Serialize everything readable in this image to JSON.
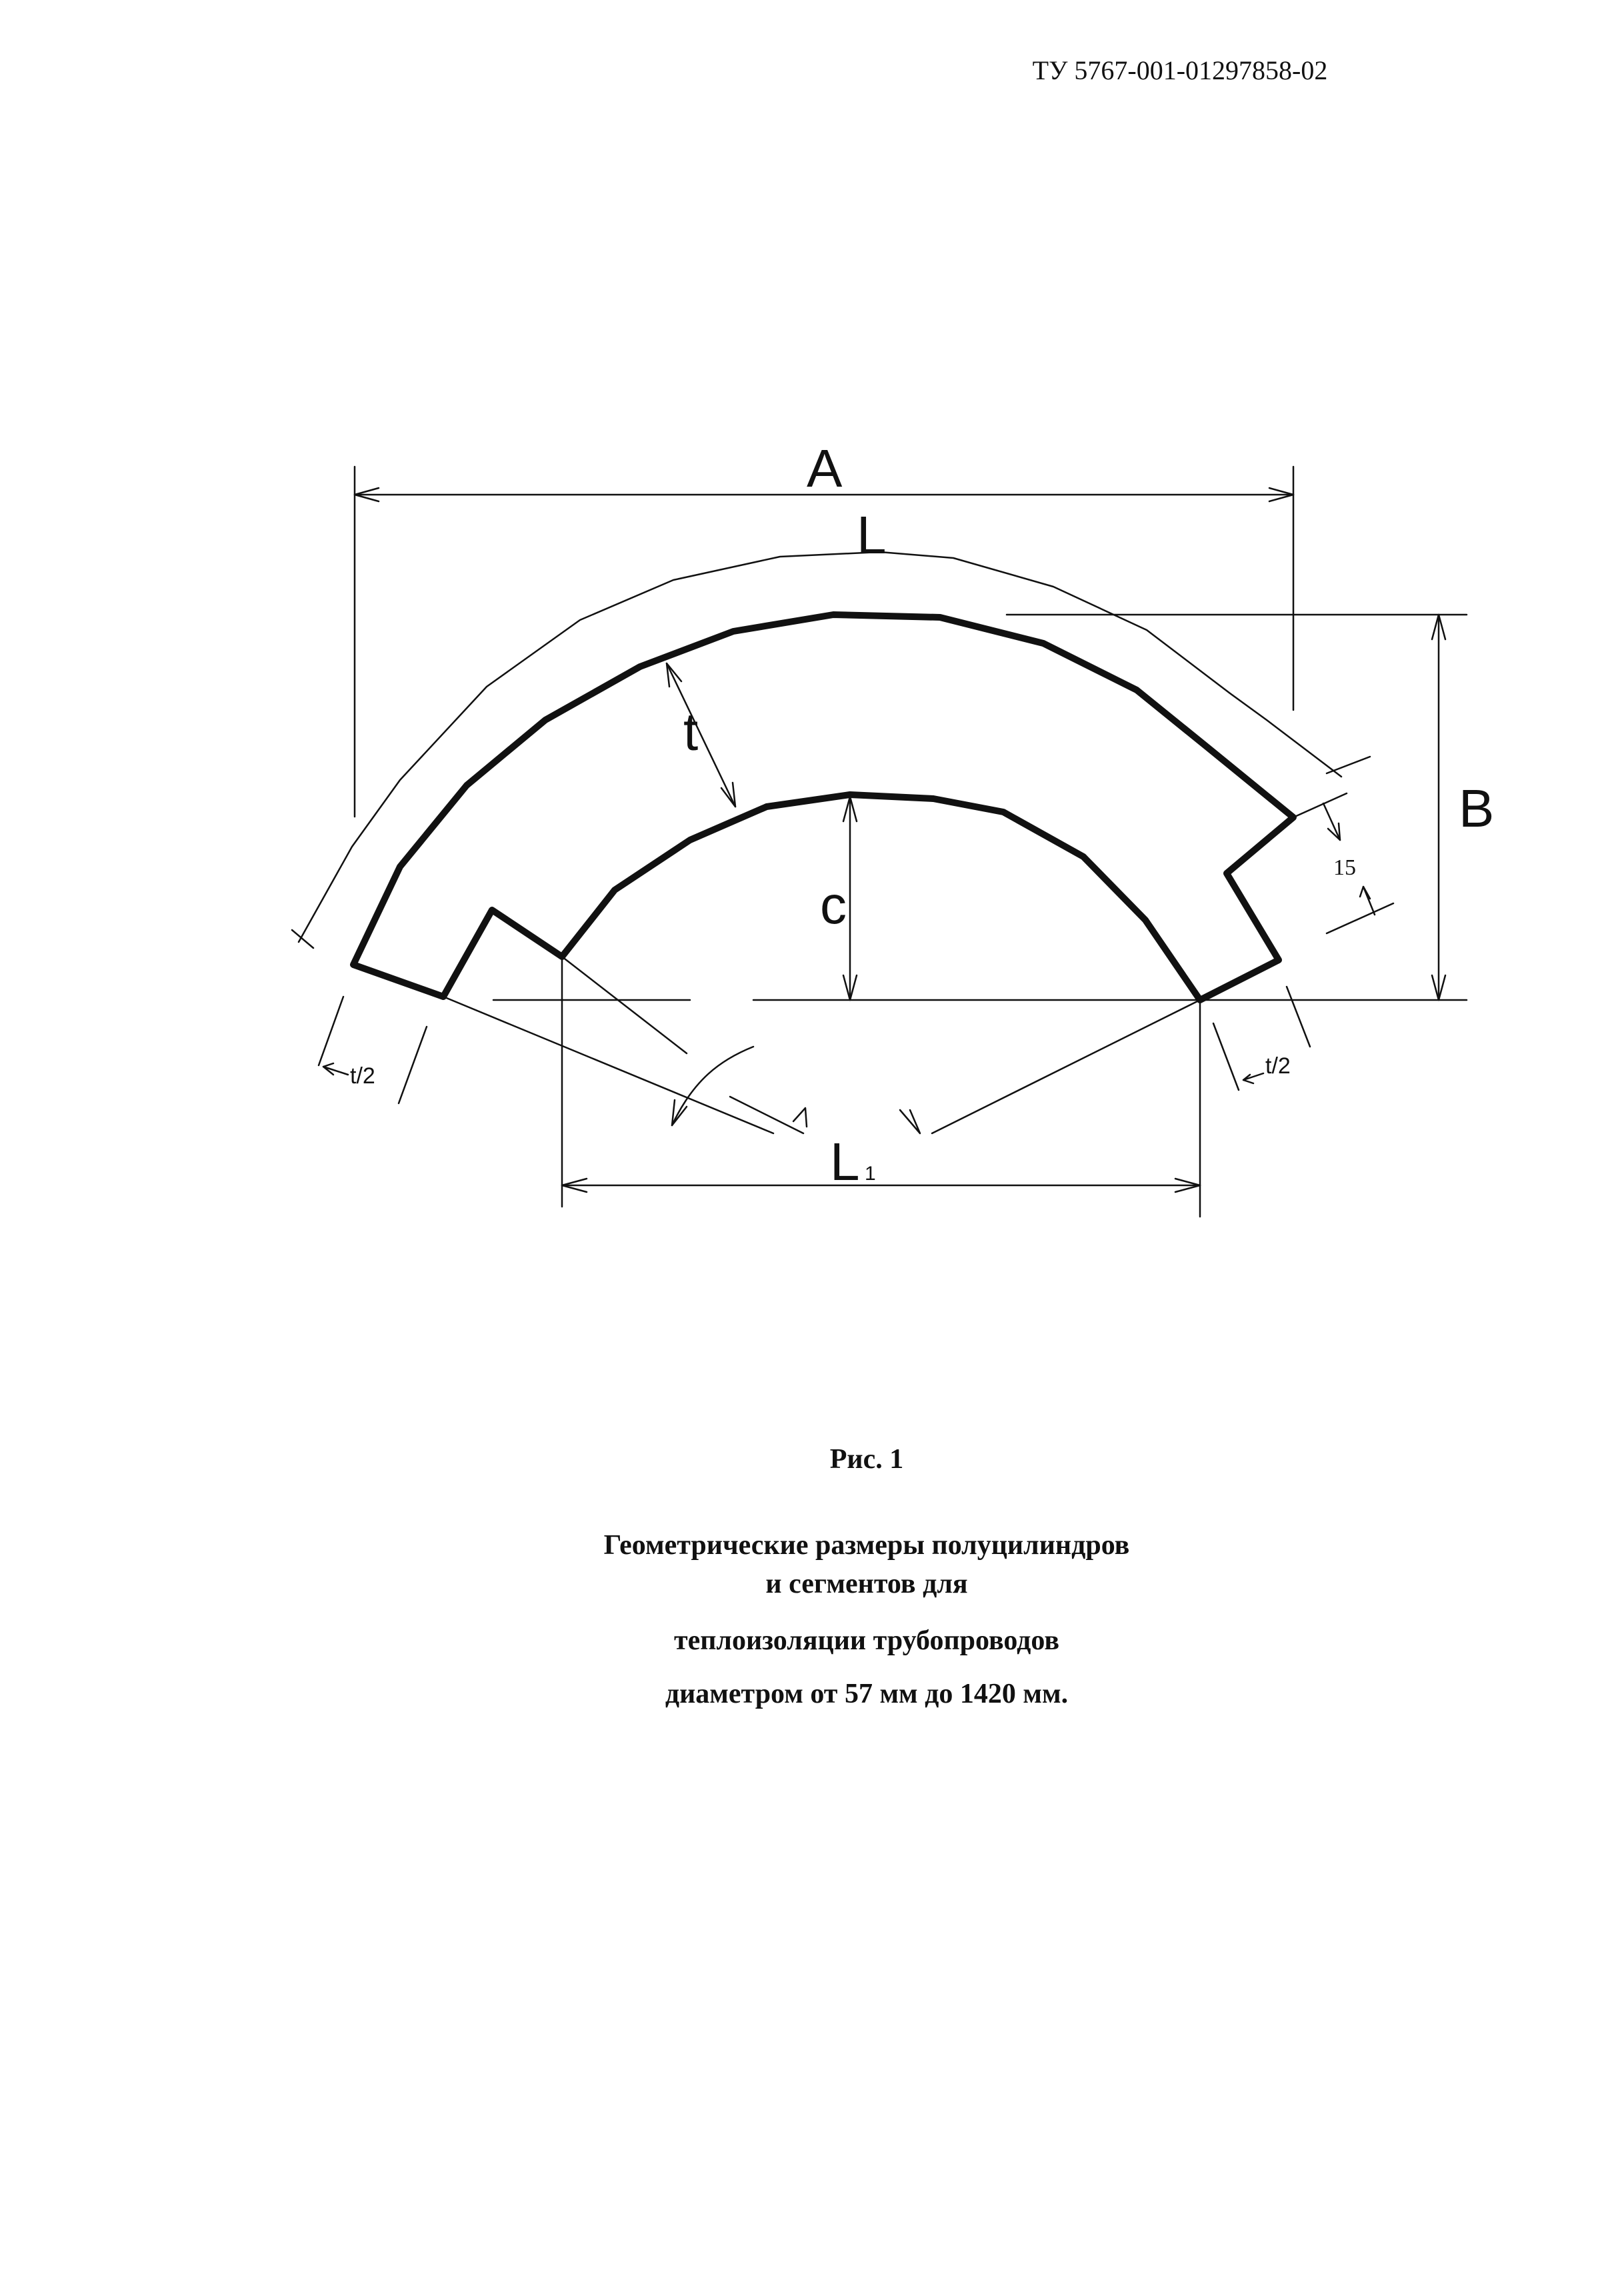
{
  "header": {
    "doc_code": "ТУ 5767-001-01297858-02"
  },
  "drawing": {
    "labels": {
      "A": "A",
      "L": "L",
      "B": "B",
      "t": "t",
      "c": "c",
      "L1_main": "L",
      "L1_sub": "1",
      "dim_15": "15",
      "half_t_left": "t/2",
      "half_t_right": "t/2"
    }
  },
  "caption": {
    "figure_label": "Рис. 1",
    "lines": [
      "Геометрические размеры полуцилиндров",
      "и сегментов для",
      "теплоизоляции трубопроводов",
      "диаметром  от 57 мм до 1420 мм."
    ]
  }
}
